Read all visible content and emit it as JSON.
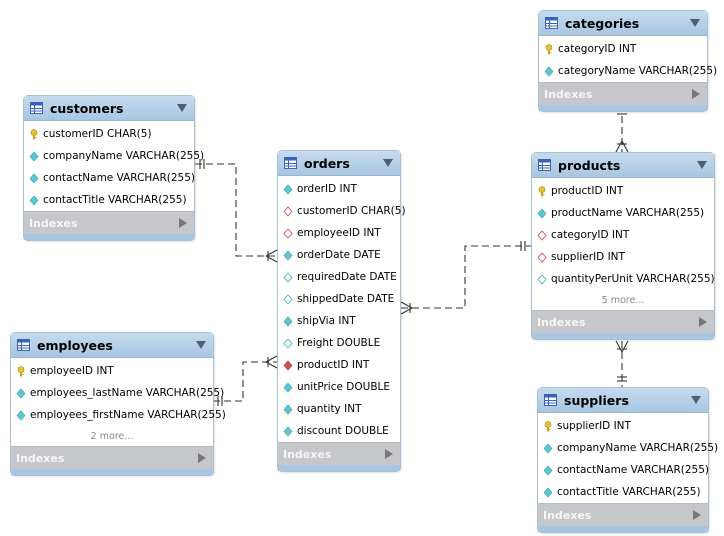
{
  "tables": {
    "customers": {
      "title": "customers",
      "columns": [
        {
          "label": "customerID CHAR(5)",
          "icon": "primary-key-icon"
        },
        {
          "label": "companyName VARCHAR(255)",
          "icon": "column-icon"
        },
        {
          "label": "contactName VARCHAR(255)",
          "icon": "column-icon"
        },
        {
          "label": "contactTitle VARCHAR(255)",
          "icon": "column-icon"
        }
      ],
      "indexes_label": "Indexes"
    },
    "orders": {
      "title": "orders",
      "columns": [
        {
          "label": "orderID INT",
          "icon": "column-icon"
        },
        {
          "label": "customerID CHAR(5)",
          "icon": "foreign-key-icon"
        },
        {
          "label": "employeeID INT",
          "icon": "foreign-key-icon"
        },
        {
          "label": "orderDate DATE",
          "icon": "column-icon"
        },
        {
          "label": "requiredDate DATE",
          "icon": "nullable-column-icon"
        },
        {
          "label": "shippedDate DATE",
          "icon": "nullable-column-icon"
        },
        {
          "label": "shipVia INT",
          "icon": "column-icon"
        },
        {
          "label": "Freight DOUBLE",
          "icon": "nullable-column-icon"
        },
        {
          "label": "productID INT",
          "icon": "foreign-key-filled-icon"
        },
        {
          "label": "unitPrice DOUBLE",
          "icon": "column-icon"
        },
        {
          "label": "quantity INT",
          "icon": "column-icon"
        },
        {
          "label": "discount DOUBLE",
          "icon": "column-icon"
        }
      ],
      "indexes_label": "Indexes"
    },
    "employees": {
      "title": "employees",
      "columns": [
        {
          "label": "employeeID INT",
          "icon": "primary-key-icon"
        },
        {
          "label": "employees_lastName VARCHAR(255)",
          "icon": "column-icon"
        },
        {
          "label": "employees_firstName VARCHAR(255)",
          "icon": "column-icon"
        }
      ],
      "more": "2 more...",
      "indexes_label": "Indexes"
    },
    "categories": {
      "title": "categories",
      "columns": [
        {
          "label": "categoryID INT",
          "icon": "primary-key-icon"
        },
        {
          "label": "categoryName VARCHAR(255)",
          "icon": "column-icon"
        }
      ],
      "indexes_label": "Indexes"
    },
    "products": {
      "title": "products",
      "columns": [
        {
          "label": "productID INT",
          "icon": "primary-key-icon"
        },
        {
          "label": "productName VARCHAR(255)",
          "icon": "column-icon"
        },
        {
          "label": "categoryID INT",
          "icon": "foreign-key-icon"
        },
        {
          "label": "supplierID INT",
          "icon": "foreign-key-icon"
        },
        {
          "label": "quantityPerUnit VARCHAR(255)",
          "icon": "nullable-column-icon"
        }
      ],
      "more": "5 more...",
      "indexes_label": "Indexes"
    },
    "suppliers": {
      "title": "suppliers",
      "columns": [
        {
          "label": "supplierID INT",
          "icon": "primary-key-icon"
        },
        {
          "label": "companyName VARCHAR(255)",
          "icon": "column-icon"
        },
        {
          "label": "contactName VARCHAR(255)",
          "icon": "column-icon"
        },
        {
          "label": "contactTitle VARCHAR(255)",
          "icon": "column-icon"
        }
      ],
      "indexes_label": "Indexes"
    }
  },
  "colors": {
    "header_top": "#c5dbee",
    "header_bottom": "#a8c6e1",
    "indexes_bar": "#c5c7ca",
    "key_gold": "#e8c233",
    "column_diamond": "#5fc7cf",
    "foreign_key_red": "#d05050",
    "connector": "#333333"
  }
}
